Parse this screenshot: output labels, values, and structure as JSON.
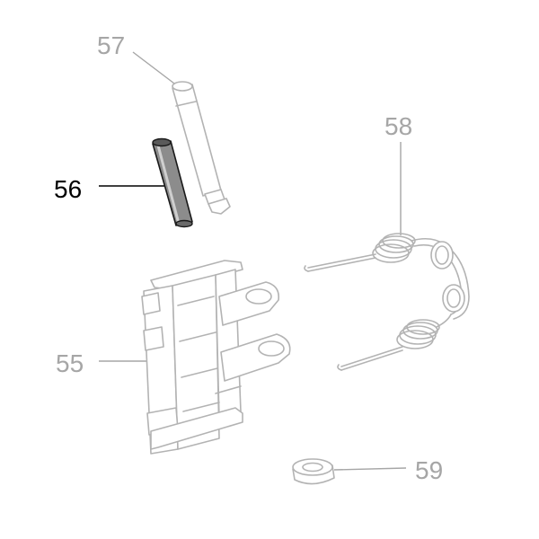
{
  "callouts": {
    "c55": "55",
    "c56": "56",
    "c57": "57",
    "c58": "58",
    "c59": "59"
  },
  "highlighted_part": "56",
  "colors": {
    "highlight": "#000000",
    "dimmed_label": "#a6a6a6",
    "dimmed_outline": "#b3b3b3",
    "highlight_fill": "#8c8c8c"
  }
}
